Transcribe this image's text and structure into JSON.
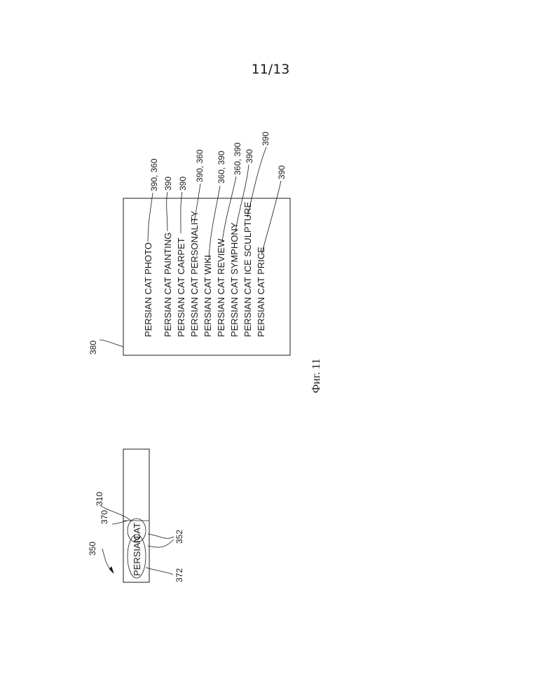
{
  "page_number": "11/13",
  "figure_caption": "Фиг. 11",
  "left_figure": {
    "label_350": "350",
    "label_310": "310",
    "label_370": "370",
    "label_352": "352",
    "label_372": "372",
    "word_persian": "PERSIAN",
    "word_cat": "CAT"
  },
  "right_figure": {
    "label_380": "380",
    "items": [
      {
        "text": "PERSIAN  CAT  PHOTO",
        "ref": "390, 360"
      },
      {
        "text": "PERSIAN  CAT  PAINTING",
        "ref": "390"
      },
      {
        "text": "PERSIAN  CAT  CARPET",
        "ref": "390"
      },
      {
        "text": "PERSIAN  CAT  PERSONALITY",
        "ref": "390, 360"
      },
      {
        "text": "PERSIAN  CAT  WIKI",
        "ref": "360, 390"
      },
      {
        "text": "PERSIAN  CAT  REVIEW",
        "ref": "360, 390"
      },
      {
        "text": "PERSIAN  CAT  SYMPHONY",
        "ref": "390"
      },
      {
        "text": "PERSIAN  CAT  ICE  SCULPTURE",
        "ref": "390"
      },
      {
        "text": "PERSIAN  CAT  PRICE",
        "ref": "390"
      }
    ]
  }
}
